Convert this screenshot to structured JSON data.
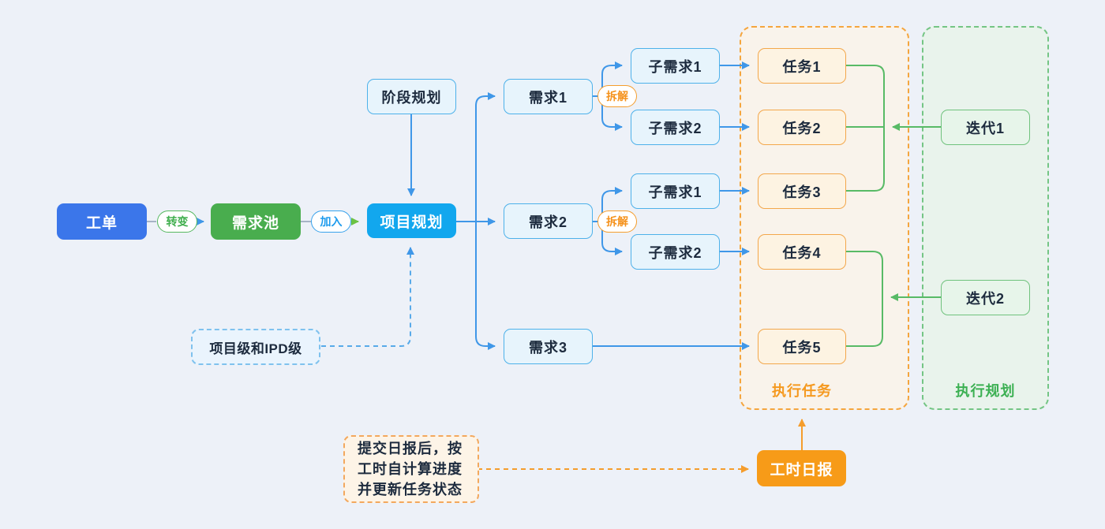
{
  "diagram": {
    "nodes": {
      "work_order": {
        "label": "工单"
      },
      "requirement_pool": {
        "label": "需求池"
      },
      "project_planning": {
        "label": "项目规划"
      },
      "phase_planning": {
        "label": "阶段规划"
      },
      "requirement1": {
        "label": "需求1"
      },
      "requirement2": {
        "label": "需求2"
      },
      "requirement3": {
        "label": "需求3"
      },
      "sub_requirement1_a": {
        "label": "子需求1"
      },
      "sub_requirement2_a": {
        "label": "子需求2"
      },
      "sub_requirement1_b": {
        "label": "子需求1"
      },
      "sub_requirement2_b": {
        "label": "子需求2"
      },
      "task1": {
        "label": "任务1"
      },
      "task2": {
        "label": "任务2"
      },
      "task3": {
        "label": "任务3"
      },
      "task4": {
        "label": "任务4"
      },
      "task5": {
        "label": "任务5"
      },
      "iteration1": {
        "label": "迭代1"
      },
      "iteration2": {
        "label": "迭代2"
      },
      "work_hours_daily_report": {
        "label": "工时日报"
      }
    },
    "edge_badges": {
      "transform": {
        "label": "转变"
      },
      "join": {
        "label": "加入"
      },
      "decompose1": {
        "label": "拆解"
      },
      "decompose2": {
        "label": "拆解"
      }
    },
    "zones": {
      "execute_tasks": {
        "label": "执行任务"
      },
      "execution_planning": {
        "label": "执行规划"
      }
    },
    "notes": {
      "ipd_level": {
        "label": "项目级和IPD级"
      },
      "daily_report": {
        "lines": [
          "提交日报后，按",
          "工时自计算进度",
          "并更新任务状态"
        ]
      }
    },
    "colors": {
      "background": "#edf1f8",
      "accent_blue": "#3b76ea",
      "accent_green": "#49ad4e",
      "accent_cyan": "#12a7ee",
      "accent_orange": "#f79b18",
      "light_box_border": "#4db1ea",
      "task_box_border": "#f3a74b",
      "iteration_box_border": "#6fc27d",
      "execute_zone_border": "#f5a53d",
      "planning_zone_border": "#74c584",
      "wire_blue": "#3f97e8",
      "wire_green": "#58ba66",
      "wire_lime": "#6cc243",
      "wire_orange": "#f59d2c"
    }
  }
}
